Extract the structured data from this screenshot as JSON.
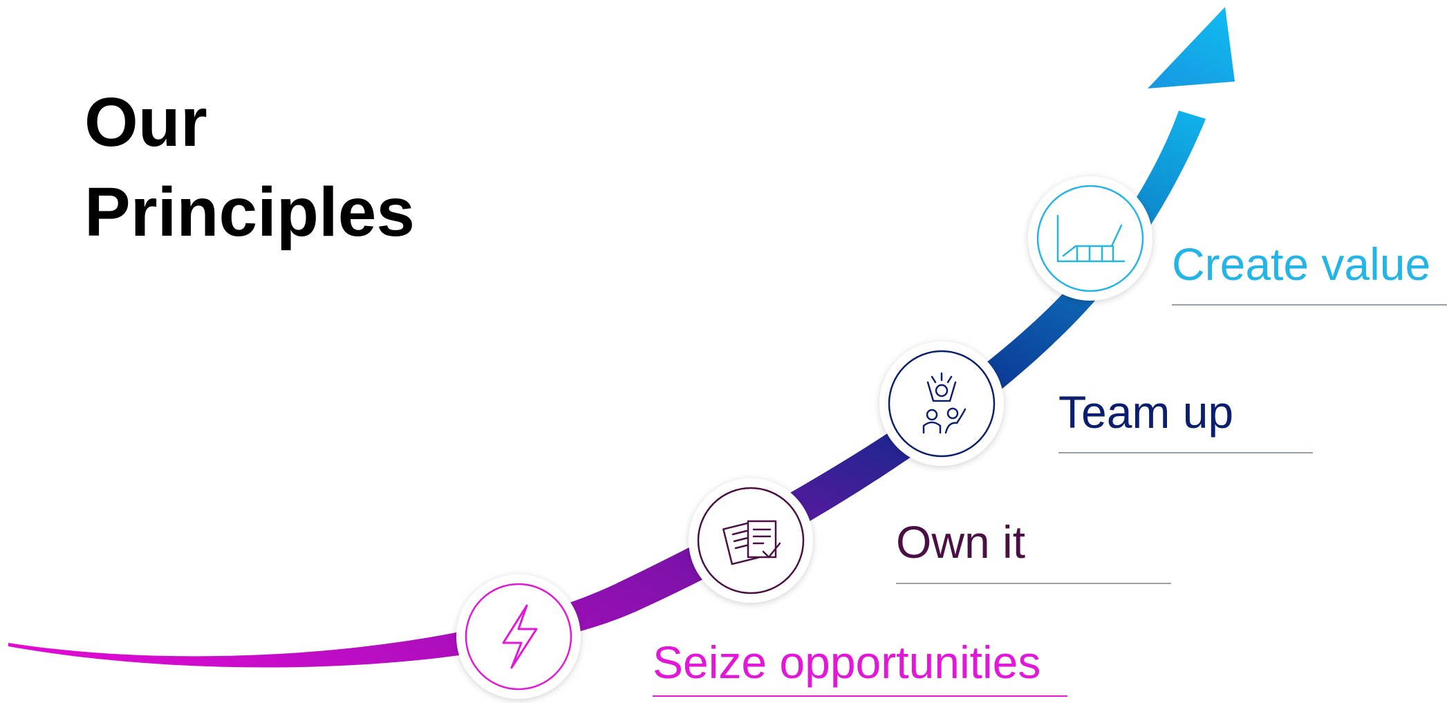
{
  "slide": {
    "title_line1": "Our",
    "title_line2": "Principles"
  },
  "steps": [
    {
      "label": "Seize opportunities",
      "icon": "lightning-bolt-icon",
      "color": "#e317d8"
    },
    {
      "label": "Own it",
      "icon": "documents-check-icon",
      "color": "#4a1046"
    },
    {
      "label": "Team up",
      "icon": "team-celebrate-icon",
      "color": "#0b1f6e"
    },
    {
      "label": "Create value",
      "icon": "growth-chart-icon",
      "color": "#24b4e6"
    }
  ],
  "colors": {
    "curve_start": "#e70ad6",
    "curve_mid_purple": "#7a12a8",
    "curve_mid_navy": "#0b2a8a",
    "curve_end": "#10b4ec",
    "rule_gray": "#9aa0a6"
  }
}
